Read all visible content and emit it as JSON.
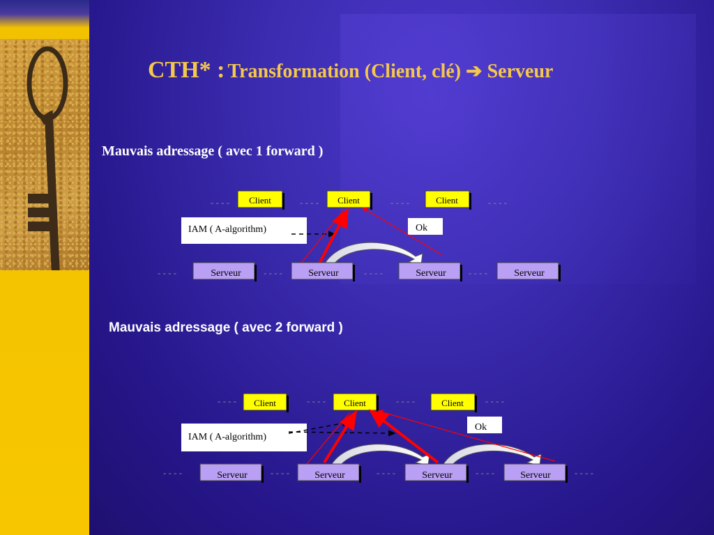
{
  "title": {
    "main": "CTH*  :",
    "rest": "Transformation (Client, clé) ➔ Serveur"
  },
  "diagrams": [
    {
      "heading": "Mauvais adressage ( avec 1 forward )",
      "clients": [
        "Client",
        "Client",
        "Client"
      ],
      "servers": [
        "Serveur",
        "Serveur",
        "Serveur",
        "Serveur"
      ],
      "request_label": "IAM ( A-algorithm)",
      "response_label": "Ok",
      "dashes": "- - - -"
    },
    {
      "heading": "Mauvais adressage ( avec 2 forward )",
      "clients": [
        "Client",
        "Client",
        "Client"
      ],
      "servers": [
        "Serveur",
        "Serveur",
        "Serveur",
        "Serveur"
      ],
      "request_label": "IAM ( A-algorithm)",
      "response_label": "Ok",
      "dashes": "- - - -"
    }
  ],
  "colors": {
    "title": "#f5c84a",
    "client_box": "#ffff00",
    "server_box": "#b9a0f4",
    "arrow": "#ff0000"
  },
  "icons": {
    "key": "key-icon"
  }
}
